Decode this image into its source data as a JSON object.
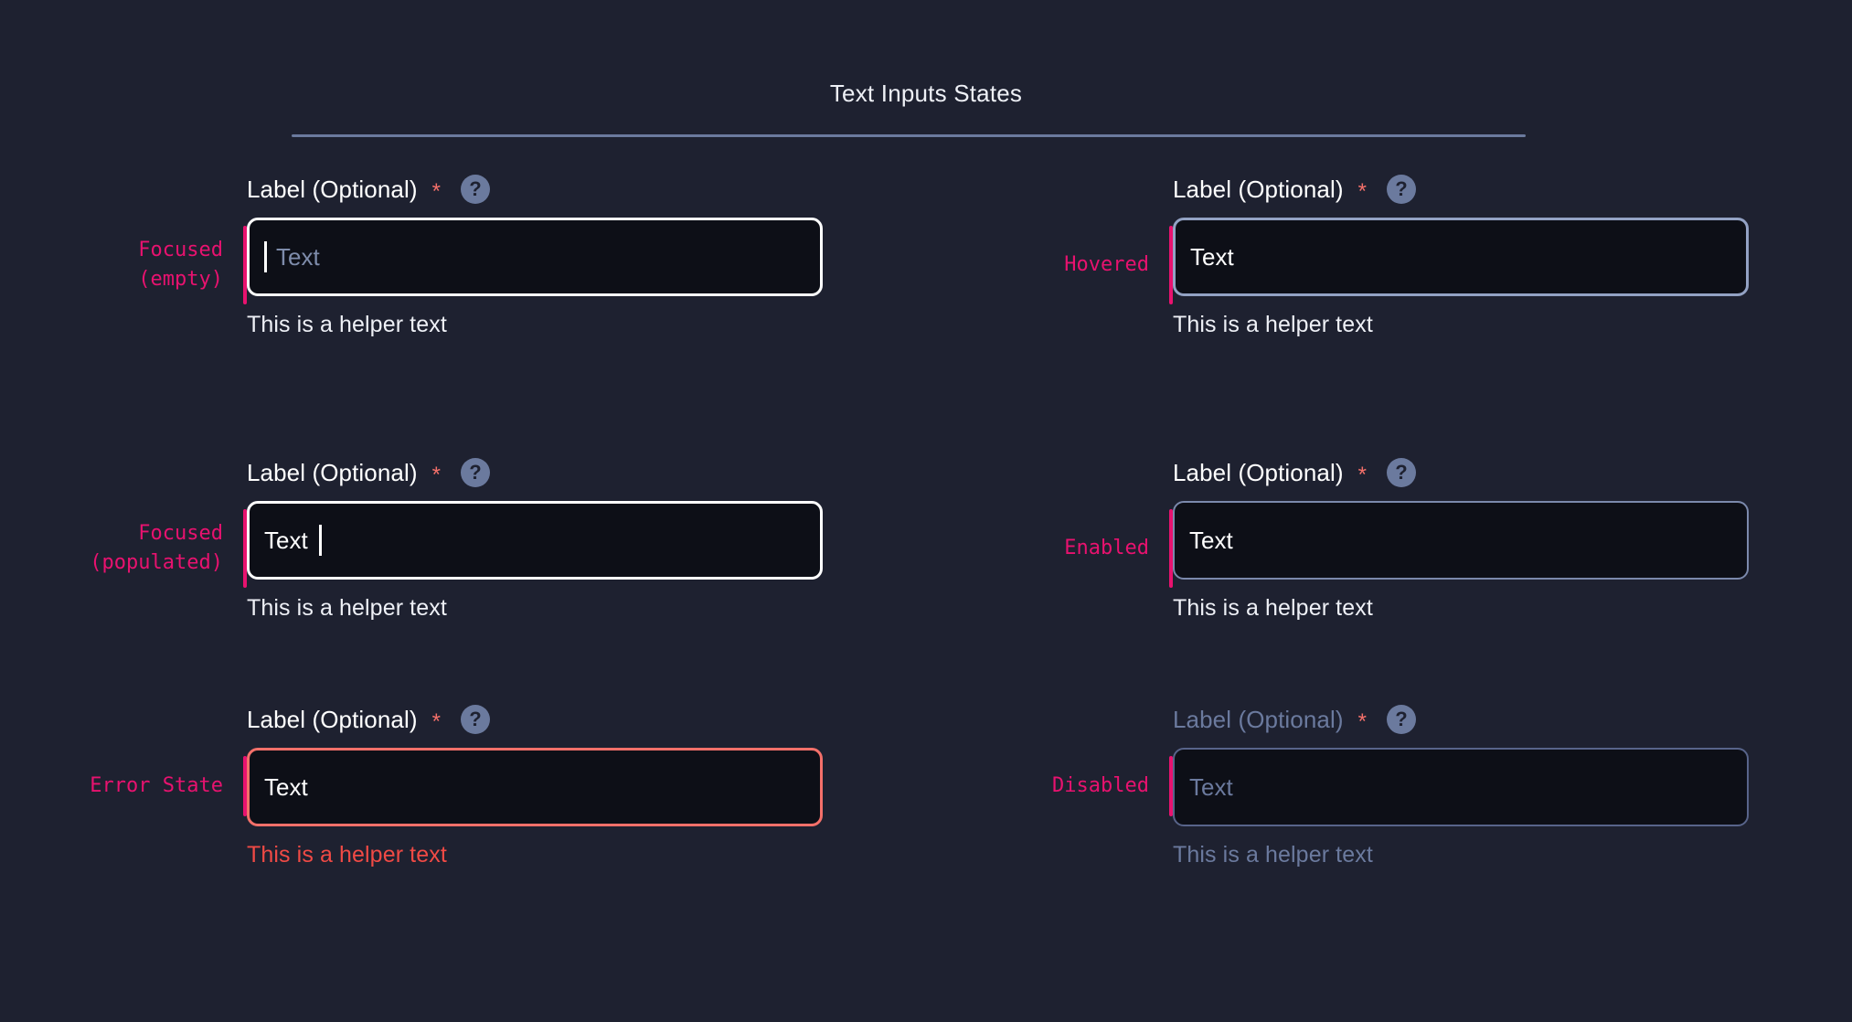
{
  "page": {
    "title": "Text Inputs States",
    "background": "#1e2130",
    "accent_pink": "#e8126f",
    "rule_color": "#6b7a9e"
  },
  "common": {
    "label": "Label (Optional)",
    "required_marker": "*",
    "help_icon": "help-circle-icon",
    "help_glyph": "?",
    "helper_text": "This is a helper text",
    "placeholder": "Text",
    "value": "Text"
  },
  "fields": [
    {
      "state_label": "Focused\n(empty)",
      "state_key": "focused-empty",
      "label": "Label (Optional)",
      "required_marker": "*",
      "help_glyph": "?",
      "value": "",
      "placeholder": "Text",
      "helper_text": "This is a helper text",
      "border_color": "#ffffff",
      "has_caret_leading": true,
      "has_caret_trailing": false,
      "disabled": false
    },
    {
      "state_label": "Hovered",
      "state_key": "hovered",
      "label": "Label (Optional)",
      "required_marker": "*",
      "help_glyph": "?",
      "value": "Text",
      "placeholder": "Text",
      "helper_text": "This is a helper text",
      "border_color": "#93a2c4",
      "has_caret_leading": false,
      "has_caret_trailing": false,
      "disabled": false
    },
    {
      "state_label": "Focused\n(populated)",
      "state_key": "focused-populated",
      "label": "Label (Optional)",
      "required_marker": "*",
      "help_glyph": "?",
      "value": "Text",
      "placeholder": "Text",
      "helper_text": "This is a helper text",
      "border_color": "#ffffff",
      "has_caret_leading": false,
      "has_caret_trailing": true,
      "disabled": false
    },
    {
      "state_label": "Enabled",
      "state_key": "enabled",
      "label": "Label (Optional)",
      "required_marker": "*",
      "help_glyph": "?",
      "value": "Text",
      "placeholder": "Text",
      "helper_text": "This is a helper text",
      "border_color": "#7b89ac",
      "has_caret_leading": false,
      "has_caret_trailing": false,
      "disabled": false
    },
    {
      "state_label": "Error State",
      "state_key": "error",
      "label": "Label (Optional)",
      "required_marker": "*",
      "help_glyph": "?",
      "value": "Text",
      "placeholder": "Text",
      "helper_text": "This is a helper text",
      "border_color": "#f4706a",
      "helper_color": "#f04a45",
      "has_caret_leading": false,
      "has_caret_trailing": false,
      "disabled": false
    },
    {
      "state_label": "Disabled",
      "state_key": "disabled",
      "label": "Label (Optional)",
      "required_marker": "*",
      "help_glyph": "?",
      "value": "Text",
      "placeholder": "Text",
      "helper_text": "This is a helper text",
      "border_color": "#58648a",
      "has_caret_leading": false,
      "has_caret_trailing": false,
      "disabled": true
    }
  ]
}
